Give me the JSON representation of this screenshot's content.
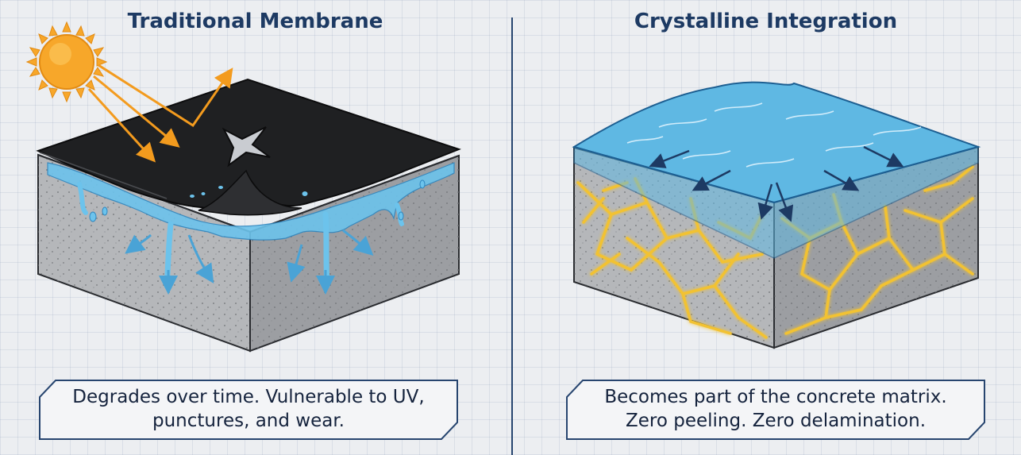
{
  "left_panel": {
    "title": "Traditional Membrane",
    "caption": "Degrades over time. Vulnerable to UV, punctures, and wear."
  },
  "right_panel": {
    "title": "Crystalline Integration",
    "caption": "Becomes part of the concrete matrix. Zero peeling. Zero delamination."
  },
  "colors": {
    "title": "#1d3a63",
    "frame": "#27456f",
    "membrane": "#1f2022",
    "concrete": "#a9abae",
    "water": "#5fb8e3",
    "crystal": "#f2c233",
    "sun": "#f7a72a"
  },
  "icons": [
    "sun-icon",
    "uv-ray-arrow-icon",
    "puncture-icon",
    "water-drip-icon",
    "water-flow-arrow-icon",
    "crystal-network-icon"
  ]
}
